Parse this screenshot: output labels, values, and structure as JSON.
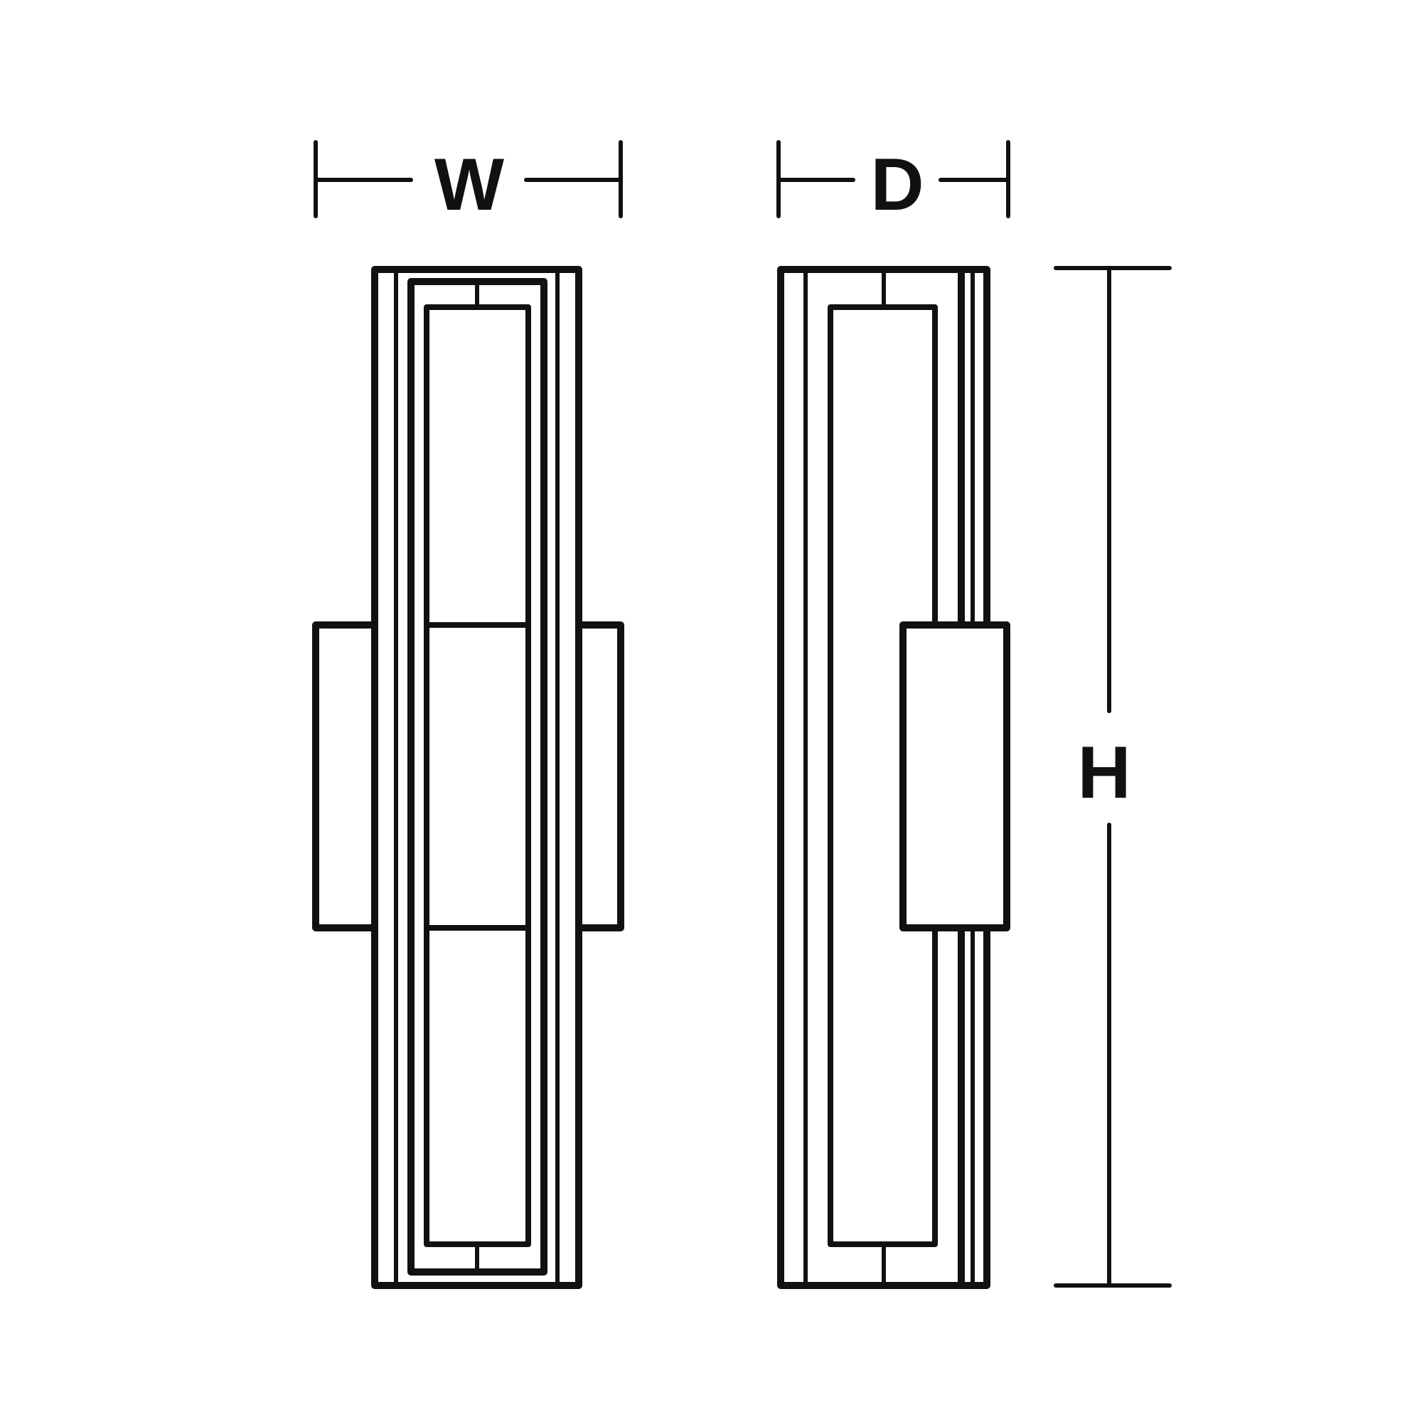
{
  "labels": {
    "width": "W",
    "depth": "D",
    "height": "H"
  },
  "colors": {
    "stroke": "#111111",
    "background": "#ffffff"
  }
}
